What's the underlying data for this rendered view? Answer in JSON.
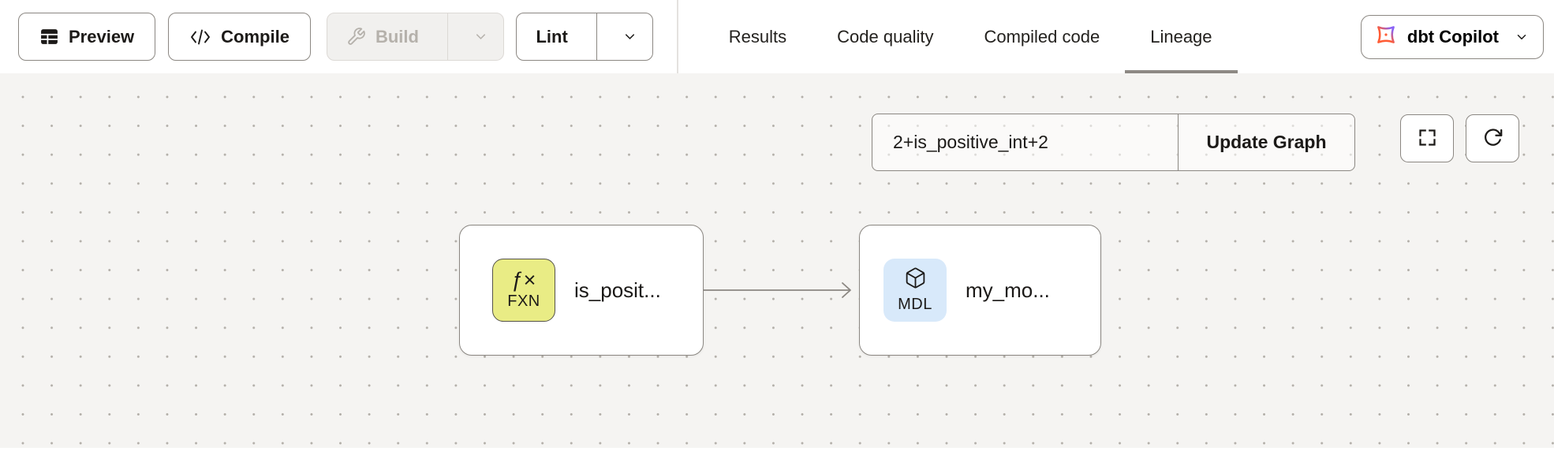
{
  "toolbar": {
    "preview_label": "Preview",
    "compile_label": "Compile",
    "build_label": "Build",
    "lint_label": "Lint"
  },
  "tabs": [
    {
      "label": "Results",
      "active": false
    },
    {
      "label": "Code quality",
      "active": false
    },
    {
      "label": "Compiled code",
      "active": false
    },
    {
      "label": "Lineage",
      "active": true
    }
  ],
  "copilot": {
    "label": "dbt Copilot"
  },
  "lineage": {
    "filter_value": "2+is_positive_int+2",
    "update_button_label": "Update Graph",
    "nodes": [
      {
        "type": "function",
        "badge_symbol": "ƒ×",
        "badge_code": "FXN",
        "label": "is_posit..."
      },
      {
        "type": "model",
        "badge_code": "MDL",
        "label": "my_mo..."
      }
    ],
    "edges": [
      {
        "from": "is_posit...",
        "to": "my_mo..."
      }
    ]
  },
  "icons": {
    "preview": "table-icon",
    "compile": "code-brackets-icon",
    "build": "wrench-icon",
    "split_buttons": "chevron-down-icon",
    "copilot": "dbt-copilot-icon",
    "copilot_menu": "chevron-down-icon",
    "fullscreen": "maximize-icon",
    "refresh": "refresh-icon",
    "function_badge": "fx-icon",
    "model_badge": "cube-icon"
  },
  "colors": {
    "toolbar_bg": "#ffffff",
    "canvas_bg": "#f5f4f2",
    "canvas_dot": "#b3afa9",
    "button_border": "#8b8782",
    "disabled_bg": "#f1f0ee",
    "disabled_text": "#b5b1ab",
    "active_tab_underline": "#8d8984",
    "node_border": "#8b8782",
    "edge": "#8b8782",
    "function_badge_bg": "#e9ec85",
    "model_badge_bg": "#d8e9fa",
    "copilot_orange": "#ff5c35",
    "copilot_purple": "#8a62f5",
    "text": "#1c1a18"
  }
}
